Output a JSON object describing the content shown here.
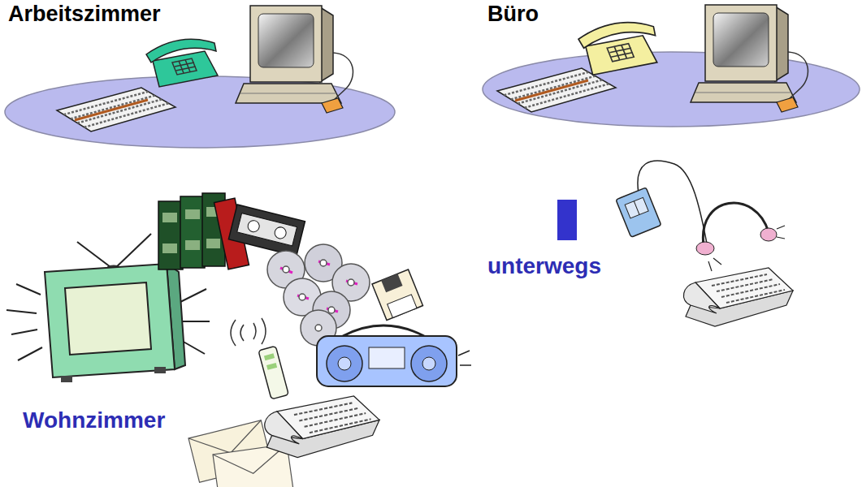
{
  "diagram": {
    "nodes": [
      {
        "text": [
          "Arbeitszimmer"
        ]
      },
      {
        "text": [
          "Büro"
        ]
      }
    ],
    "labels": [
      "Wohnzimmer",
      "unterwegs"
    ]
  }
}
